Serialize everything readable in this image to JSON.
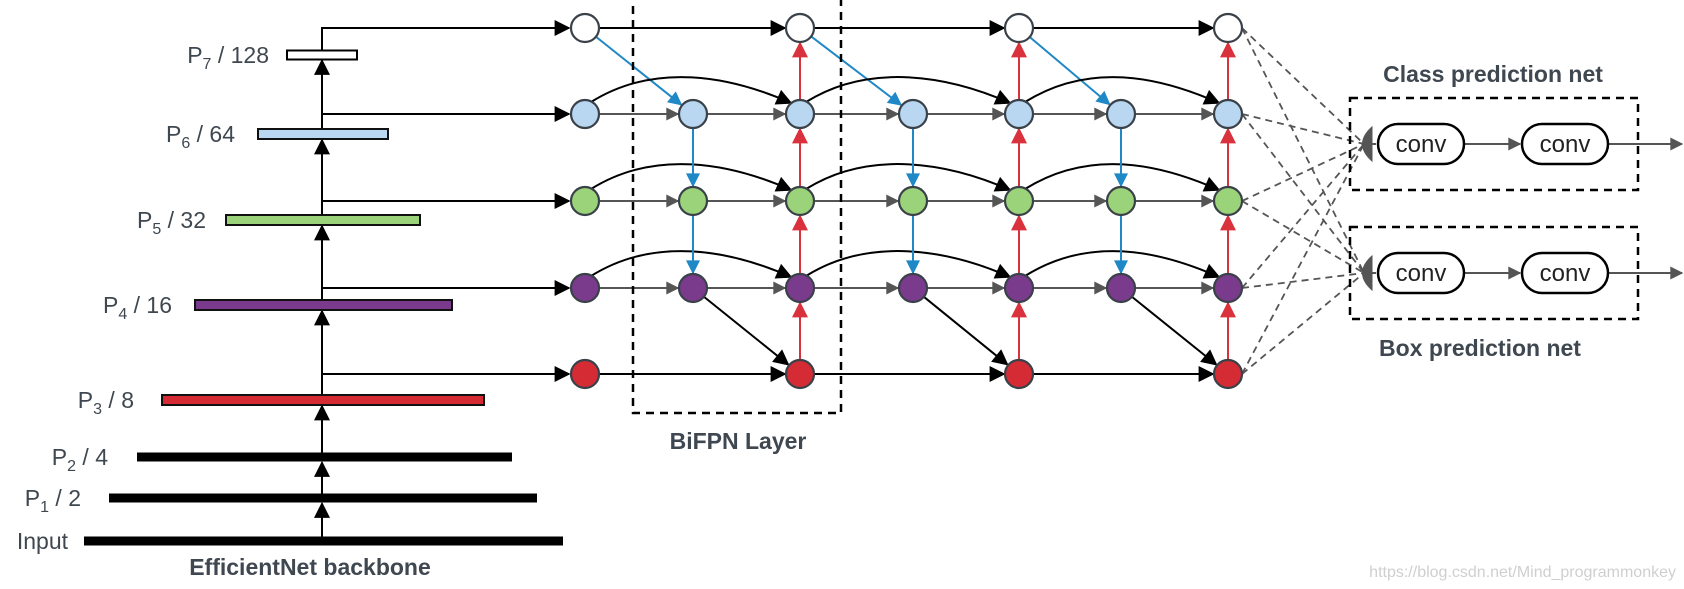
{
  "backbone": {
    "caption": "EfficientNet backbone",
    "levels": [
      {
        "id": "p7",
        "main": "P",
        "sub": "7",
        "suffix": " / 128",
        "color": "#ffffff"
      },
      {
        "id": "p6",
        "main": "P",
        "sub": "6",
        "suffix": " / 64",
        "color": "#b9d7f0"
      },
      {
        "id": "p5",
        "main": "P",
        "sub": "5",
        "suffix": " / 32",
        "color": "#9bd37a"
      },
      {
        "id": "p4",
        "main": "P",
        "sub": "4",
        "suffix": " / 16",
        "color": "#7b3b8d"
      },
      {
        "id": "p3",
        "main": "P",
        "sub": "3",
        "suffix": " / 8",
        "color": "#d52b35"
      },
      {
        "id": "p2",
        "main": "P",
        "sub": "2",
        "suffix": " / 4",
        "color": "#000000"
      },
      {
        "id": "p1",
        "main": "P",
        "sub": "1",
        "suffix": " / 2",
        "color": "#000000"
      },
      {
        "id": "input",
        "main": "Input",
        "sub": "",
        "suffix": "",
        "color": "#000000"
      }
    ]
  },
  "bifpn": {
    "caption": "BiFPN Layer"
  },
  "heads": {
    "class_caption": "Class prediction net",
    "box_caption": "Box prediction net",
    "conv_label": "conv"
  },
  "colors": {
    "p7": "#ffffff",
    "p6": "#b9d7f0",
    "p5": "#9bd37a",
    "p4": "#7b3b8d",
    "p3": "#d52b35",
    "top_down_arrow": "#1f88c6",
    "bottom_up_arrow": "#d9323c",
    "edge": "#000000"
  },
  "watermark": "https://blog.csdn.net/Mind_programmonkey"
}
